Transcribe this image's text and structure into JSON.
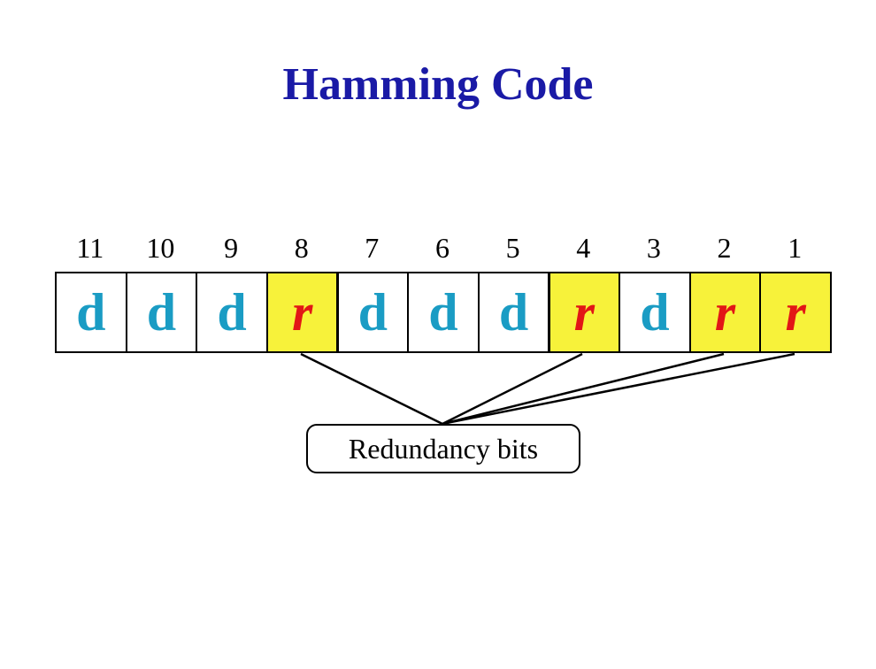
{
  "title": "Hamming Code",
  "colors": {
    "title": "#1a1aa6",
    "data_bit": "#1a9cc4",
    "redundancy_bit": "#e21616",
    "redundancy_fill": "#f7f23a"
  },
  "bits": [
    {
      "position": "11",
      "symbol": "d",
      "kind": "data"
    },
    {
      "position": "10",
      "symbol": "d",
      "kind": "data"
    },
    {
      "position": "9",
      "symbol": "d",
      "kind": "data"
    },
    {
      "position": "8",
      "symbol": "r",
      "kind": "redundancy"
    },
    {
      "position": "7",
      "symbol": "d",
      "kind": "data"
    },
    {
      "position": "6",
      "symbol": "d",
      "kind": "data"
    },
    {
      "position": "5",
      "symbol": "d",
      "kind": "data"
    },
    {
      "position": "4",
      "symbol": "r",
      "kind": "redundancy"
    },
    {
      "position": "3",
      "symbol": "d",
      "kind": "data"
    },
    {
      "position": "2",
      "symbol": "r",
      "kind": "redundancy"
    },
    {
      "position": "1",
      "symbol": "r",
      "kind": "redundancy"
    }
  ],
  "callout": {
    "label": "Redundancy bits"
  }
}
